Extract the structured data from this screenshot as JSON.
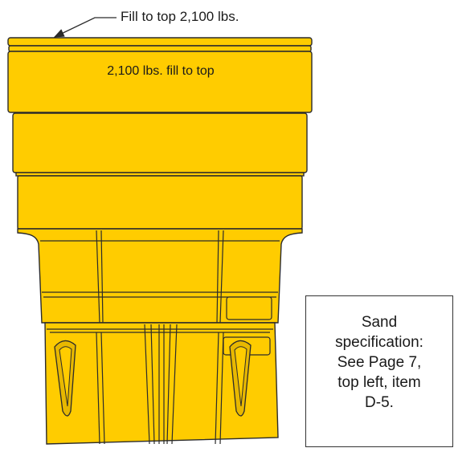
{
  "callout": {
    "text": "Fill to top 2,100 lbs."
  },
  "top_label": {
    "text": "2,100 lbs. fill to top"
  },
  "spec_box": {
    "lines": [
      "Sand",
      "specification:",
      "See Page 7,",
      "top left, item",
      "D-5."
    ]
  },
  "colors": {
    "barrel_fill": "#FFCC00",
    "barrel_shade": "#E8B800",
    "outline": "#2b2b2b",
    "text": "#1a1a1a"
  }
}
